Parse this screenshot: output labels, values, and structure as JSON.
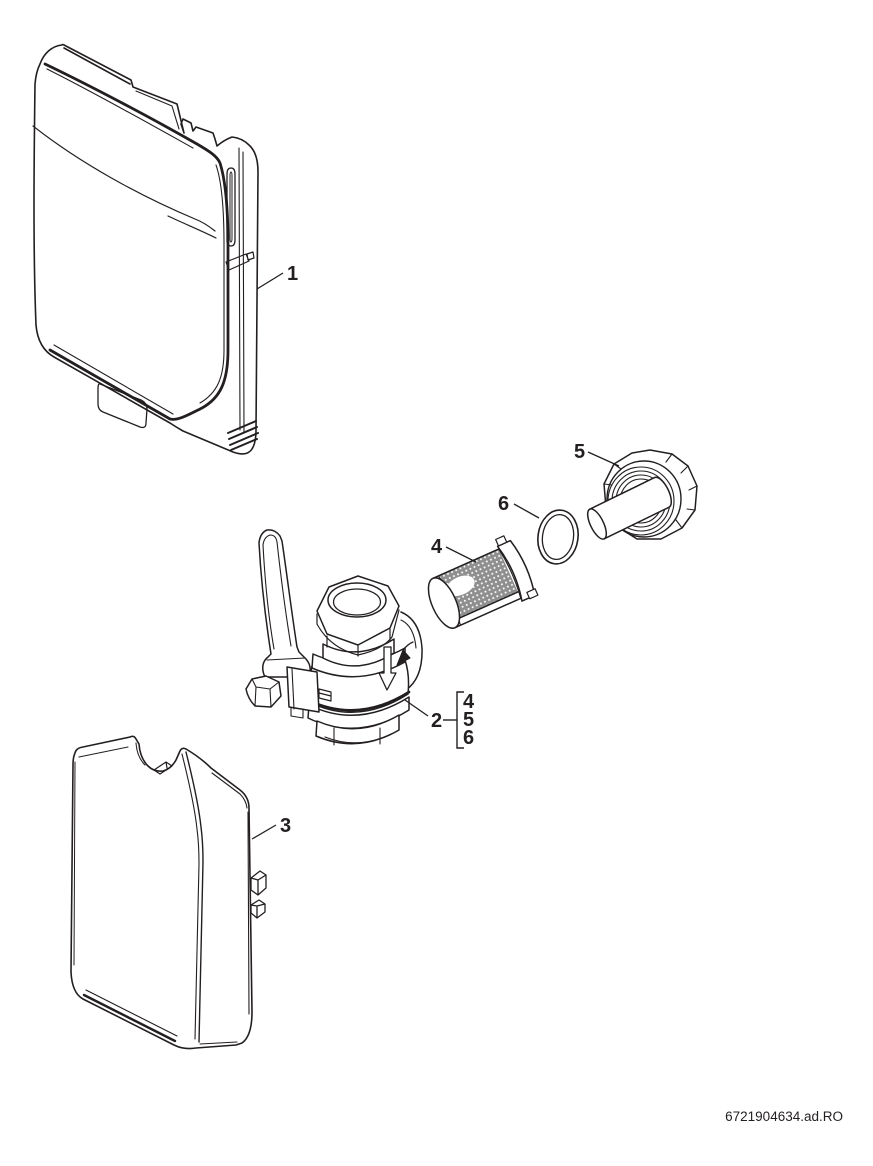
{
  "figure": {
    "colors": {
      "line": "#231f20",
      "background": "#ffffff",
      "mesh_fill": "#8f8f8f"
    },
    "callouts": {
      "c1": "1",
      "c2": "2",
      "c3": "3",
      "c4": "4",
      "c5": "5",
      "c6": "6"
    },
    "assembly_bracket": {
      "items": [
        "4",
        "5",
        "6"
      ]
    },
    "drawing_number": "6721904634.ad.RO"
  }
}
